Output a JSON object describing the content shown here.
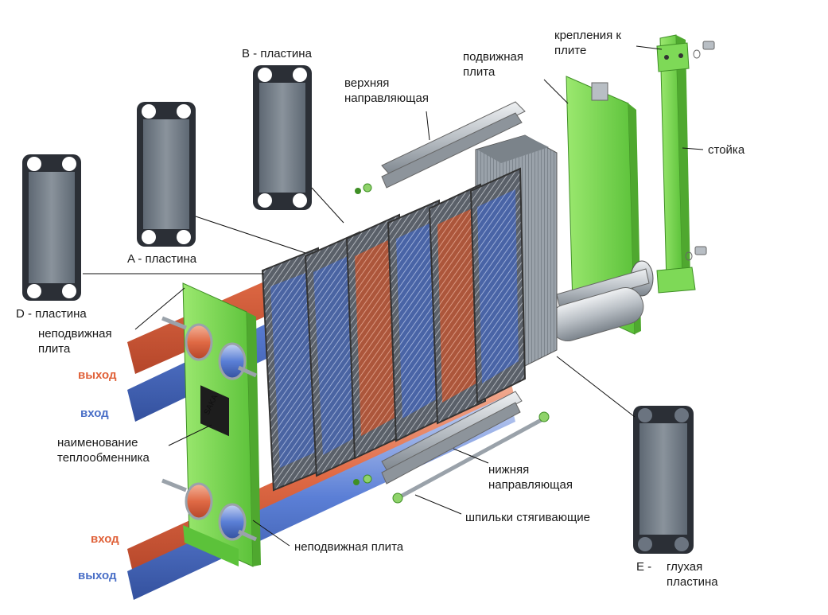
{
  "labels": {
    "plate_b": "B - пластина",
    "plate_a": "A -  пластина",
    "plate_d": "D - пластина",
    "plate_e_1": "E -",
    "plate_e_2": "глухая",
    "plate_e_3": "пластина",
    "top_guide_1": "верхняя",
    "top_guide_2": "направляющая",
    "movable_plate_1": "подвижная",
    "movable_plate_2": "плита",
    "mounts_1": "крепления к",
    "mounts_2": "плите",
    "column": "стойка",
    "fixed_plate_side_1": "неподвижная",
    "fixed_plate_side_2": "плита",
    "outlet_hot": "выход",
    "inlet_cold": "вход",
    "nameplate_1": "наименование",
    "nameplate_2": "теплообменника",
    "inlet_hot": "вход",
    "outlet_cold": "выход",
    "bottom_guide_1": "нижняя",
    "bottom_guide_2": "направляющая",
    "tie_rods": "шпильки стягивающие",
    "fixed_plate_bottom": "неподвижная плита"
  },
  "nameplate_brand": "SAKA",
  "colors": {
    "frame_green": "#7ed957",
    "frame_green_dark": "#4fa82f",
    "hot_flow": "#e06a45",
    "cold_flow": "#5b7fd6",
    "plate_gray": "#6b7480",
    "plate_dark": "#2b2f36",
    "steel": "#b8bec4"
  }
}
